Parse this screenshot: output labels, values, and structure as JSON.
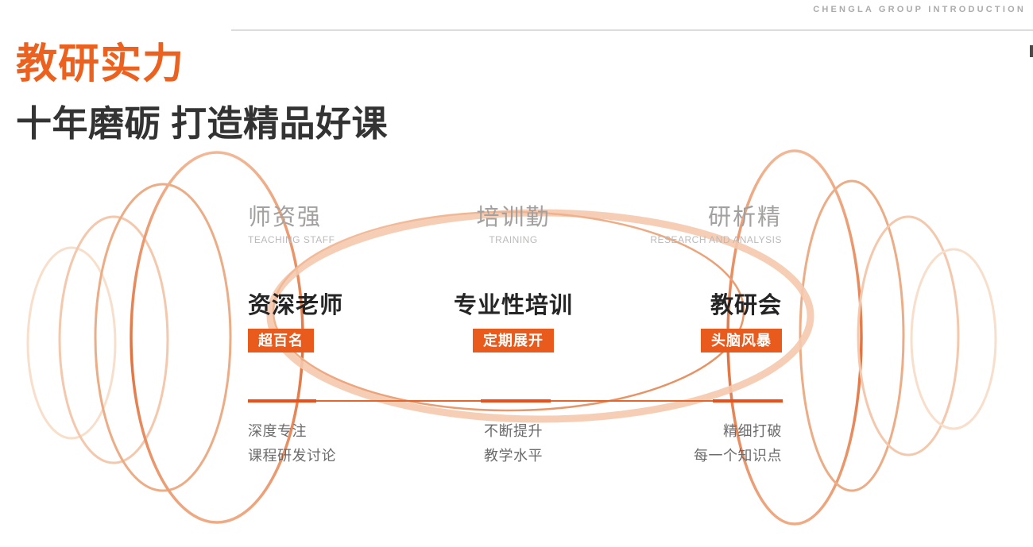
{
  "page": {
    "eyebrow": "CHENGLA GROUP INTRODUCTION",
    "title": "教研实力",
    "subtitle": "十年磨砺 打造精品好课"
  },
  "colors": {
    "accent_orange": "#e95a1d",
    "title_orange": "#ed611f",
    "divider_thick": "#e8521a",
    "divider_thin": "#e2672e",
    "ring_dark": "#e28c5c",
    "ring_light": "#f5c9ae",
    "tagline_gray": "#a3a1a0",
    "desc_gray": "#6b6b6b"
  },
  "columns": [
    {
      "tagline_cn": "师资强",
      "tagline_en": "TEACHING STAFF",
      "title": "资深老师",
      "badge": "超百名",
      "desc_line1": "深度专注",
      "desc_line2": "课程研发讨论"
    },
    {
      "tagline_cn": "培训勤",
      "tagline_en": "TRAINING",
      "title": "专业性培训",
      "badge": "定期展开",
      "desc_line1": "不断提升",
      "desc_line2": "教学水平"
    },
    {
      "tagline_cn": "研析精",
      "tagline_en": "RESEARCH AND ANALYSIS",
      "title": "教研会",
      "badge": "头脑风暴",
      "desc_line1": "精细打破",
      "desc_line2": "每一个知识点"
    }
  ]
}
